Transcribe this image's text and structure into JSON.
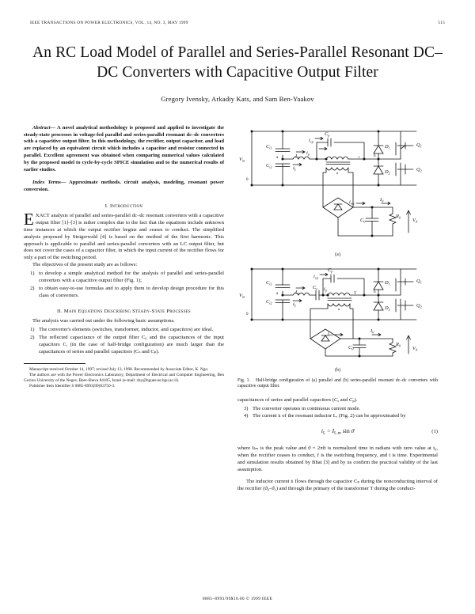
{
  "running_head": {
    "journal": "IEEE TRANSACTIONS ON POWER ELECTRONICS, VOL. 14, NO. 3, MAY 1999",
    "page_number": "515"
  },
  "title": "An RC Load Model of Parallel and Series-Parallel Resonant DC–DC Converters with Capacitive Output Filter",
  "authors": "Gregory Ivensky, Arkadiy Kats, and Sam Ben-Yaakov",
  "abstract": {
    "lead": "Abstract—",
    "text": " A novel analytical methodology is proposed and applied to investigate the steady-state processes in voltage-fed parallel and series-parallel resonant dc–dc converters with a capacitive output filter. In this methodology, the rectifier, output capacitor, and load are replaced by an equivalent circuit which includes a capacitor and resistor connected in parallel. Excellent agreement was obtained when comparing numerical values calculated by the proposed model to cycle-by-cycle SPICE simulation and to the numerical results of earlier studies."
  },
  "index_terms": {
    "lead": "Index Terms—",
    "text": " Approximate methods, circuit analysis, modeling, resonant power conversion."
  },
  "sections": {
    "intro": {
      "heading": "I. Introduction",
      "dropcap": "E",
      "first_run": "XACT",
      "para1": " analysis of parallel and series-parallel dc–dc resonant converters with a capacitive output filter [1]–[3] is rather complex due to the fact that the equations include unknown time instances at which the output rectifier begins and ceases to conduct. The simplified analysis proposed by Steigerwald [4] is based on the method of the first harmonic. This approach is applicable to parallel and series-parallel converters with an LC output filter, but does not cover the cases of a capacitor filter, in which the input current of the rectifier flows for only a part of the switching period.",
      "para2": "The objectives of the present study are as follows:",
      "objectives": [
        "to develop a simple analytical method for the analysis of parallel and series-parallel converters with a capacitive output filter (Fig. 1);",
        "to obtain easy-to-use formulas and to apply them to develop design procedure for this class of converters."
      ]
    },
    "main_eq": {
      "heading": "II. Main Equations Describing Steady-State Processes",
      "para1": "The analysis was carried out under the following basic assumptions.",
      "assumptions": [
        "The converter's elements (switches, transformer, inductor, and capacitors) are ideal.",
        "The reflected capacitance of the output filter C₀ and the capacitances of the input capacitors Cᵢ (in the case of half-bridge configuration) are much larger than the capacitances of series and parallel capacitors (Cₛ and Cₚ).",
        "The converter operates in continuous current mode.",
        "The current iₗ of the resonant inductor Lᵣ (Fig. 2) can be approximated by"
      ],
      "equation_1": "iₗ = Iₗₘ sin ϑ",
      "equation_1_number": "(1)",
      "after_eq": "where Iₗₘ is the peak value and ϑ = 2πft is normalized time in radians with zero value at t₀, when the rectifier ceases to conduct, f is the switching frequency, and t is time. Experimental and simulation results obtained by Bhat [3] and by us confirm the practical validity of the last assumption.",
      "para_last": "The inductor current iₗ flows through the capacitor Cₚ during the nonconducting interval of the rectifier (ϑ₀–ϑ₁) and through the primary of the transformer T during the conduct-"
    }
  },
  "footnote": {
    "line1": "Manuscript received October 14, 1997; revised July 13, 1998. Recommended by Associate Editor, K. Ngo.",
    "line2": "The authors are with the Power Electronics Laboratory, Department of Electrical and Computer Engineering, Ben Gurion University of the Negev, Beer-Sheva 84105, Israel (e-mail: sby@bguee.ee.bgu.ac.il).",
    "line3": "Publisher Item Identifier S 0885-8993(99)03750-3."
  },
  "figure": {
    "sub_a": "(a)",
    "sub_b": "(b)",
    "caption_label": "Fig. 1.",
    "caption_text": "Half-bridge configuration of (a) parallel and (b) series-parallel resonant dc–dc converters with capacitive output filter.",
    "labels": {
      "vin": "V",
      "vin_sub": "in",
      "c_in1": "C",
      "c_in1_sub": "i1",
      "c_in2": "C",
      "c_in2_sub": "i2",
      "cp": "C",
      "cp_sub": "p",
      "cs": "C",
      "cs_sub": "s",
      "c0": "C",
      "c0_sub": "0",
      "lr": "L",
      "lr_sub": "r",
      "il": "i",
      "il_sub": "L",
      "ip": "i",
      "ip_sub": "p",
      "icp": "i",
      "icp_sub": "cp",
      "irec": "i",
      "irec_sub": "rec",
      "i0": "I",
      "i0_sub": "0",
      "r0": "R",
      "r0_sub": "0",
      "v0": "V",
      "v0_sub": "0",
      "d1": "D",
      "d1_sub": "1",
      "d2": "D",
      "d2_sub": "2",
      "q1": "Q",
      "q1_sub": "1",
      "q2": "Q",
      "q2_sub": "2",
      "t": "T",
      "node_a": "a",
      "node_b": "b",
      "node_0": "0",
      "plus": "+",
      "minus": "−"
    }
  },
  "page_footer": "0885–8993/99$10.00 © 1999 IEEE"
}
